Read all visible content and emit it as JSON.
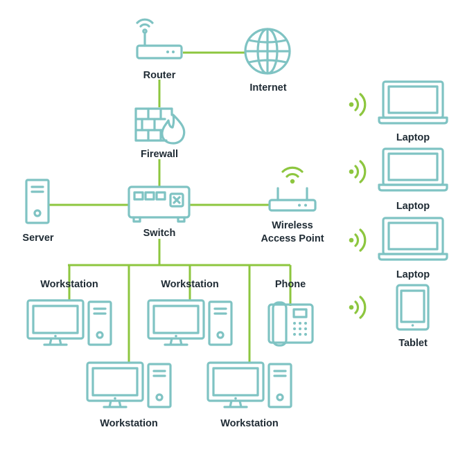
{
  "labels": {
    "router": "Router",
    "internet": "Internet",
    "firewall": "Firewall",
    "switch": "Switch",
    "server": "Server",
    "wireless_ap_line1": "Wireless",
    "wireless_ap_line2": "Access Point",
    "workstation": "Workstation",
    "phone": "Phone",
    "laptop": "Laptop",
    "tablet": "Tablet"
  },
  "colors": {
    "icon": "#7fc3c3",
    "link": "#8dc63f",
    "text": "#1e2a33"
  },
  "icons": [
    "router-icon",
    "globe-icon",
    "firewall-icon",
    "switch-icon",
    "server-icon",
    "wireless-access-point-icon",
    "workstation-icon",
    "phone-icon",
    "laptop-icon",
    "tablet-icon",
    "wifi-signal-icon"
  ]
}
